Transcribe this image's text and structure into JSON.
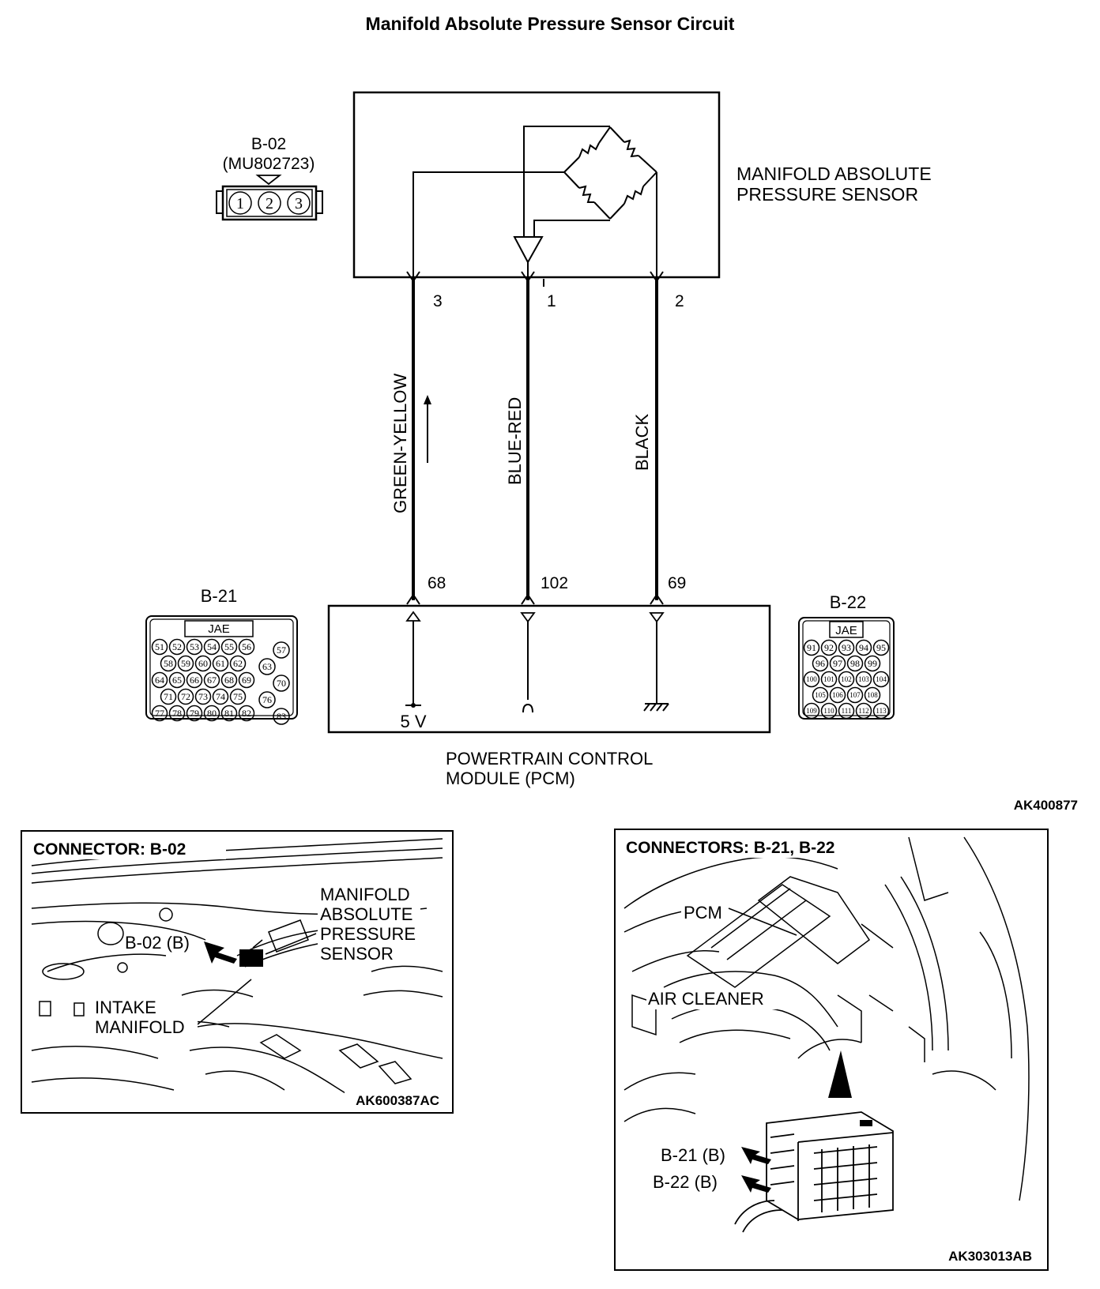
{
  "title": "Manifold Absolute Pressure Sensor Circuit",
  "sensor": {
    "label_line1": "MANIFOLD ABSOLUTE",
    "label_line2": "PRESSURE SENSOR",
    "connector_id": "B-02",
    "connector_part": "(MU802723)",
    "connector_pins": [
      "1",
      "2",
      "3"
    ]
  },
  "wires": [
    {
      "sensor_pin": "3",
      "color_label": "GREEN-YELLOW",
      "pcm_pin": "68"
    },
    {
      "sensor_pin": "1",
      "color_label": "BLUE-RED",
      "pcm_pin": "102"
    },
    {
      "sensor_pin": "2",
      "color_label": "BLACK",
      "pcm_pin": "69"
    }
  ],
  "pcm": {
    "label_line1": "POWERTRAIN CONTROL",
    "label_line2": "MODULE (PCM)",
    "supply_label": "5 V"
  },
  "connector_b21": {
    "id": "B-21",
    "maker": "JAE",
    "rows": [
      [
        "51",
        "52",
        "53",
        "54",
        "55",
        "56"
      ],
      [
        "58",
        "59",
        "60",
        "61",
        "62"
      ],
      [
        "64",
        "65",
        "66",
        "67",
        "68",
        "69"
      ],
      [
        "71",
        "72",
        "73",
        "74",
        "75"
      ],
      [
        "77",
        "78",
        "79",
        "80",
        "81",
        "82"
      ]
    ],
    "side_pins": [
      "57",
      "63",
      "70",
      "76",
      "83"
    ]
  },
  "connector_b22": {
    "id": "B-22",
    "maker": "JAE",
    "rows": [
      [
        "91",
        "92",
        "93",
        "94",
        "95"
      ],
      [
        "96",
        "97",
        "98",
        "99"
      ],
      [
        "100",
        "101",
        "102",
        "103",
        "104"
      ],
      [
        "105",
        "106",
        "107",
        "108"
      ],
      [
        "109",
        "110",
        "111",
        "112",
        "113"
      ]
    ]
  },
  "diagram_code": "AK400877",
  "photo_left": {
    "heading": "CONNECTOR: B-02",
    "callout_connector": "B-02 (B)",
    "callout_sensor": [
      "MANIFOLD",
      "ABSOLUTE",
      "PRESSURE",
      "SENSOR"
    ],
    "callout_manifold": [
      "INTAKE",
      "MANIFOLD"
    ],
    "code": "AK600387AC"
  },
  "photo_right": {
    "heading": "CONNECTORS: B-21, B-22",
    "callout_pcm": "PCM",
    "callout_air_cleaner": "AIR CLEANER",
    "callout_b21": "B-21 (B)",
    "callout_b22": "B-22 (B)",
    "code": "AK303013AB"
  }
}
